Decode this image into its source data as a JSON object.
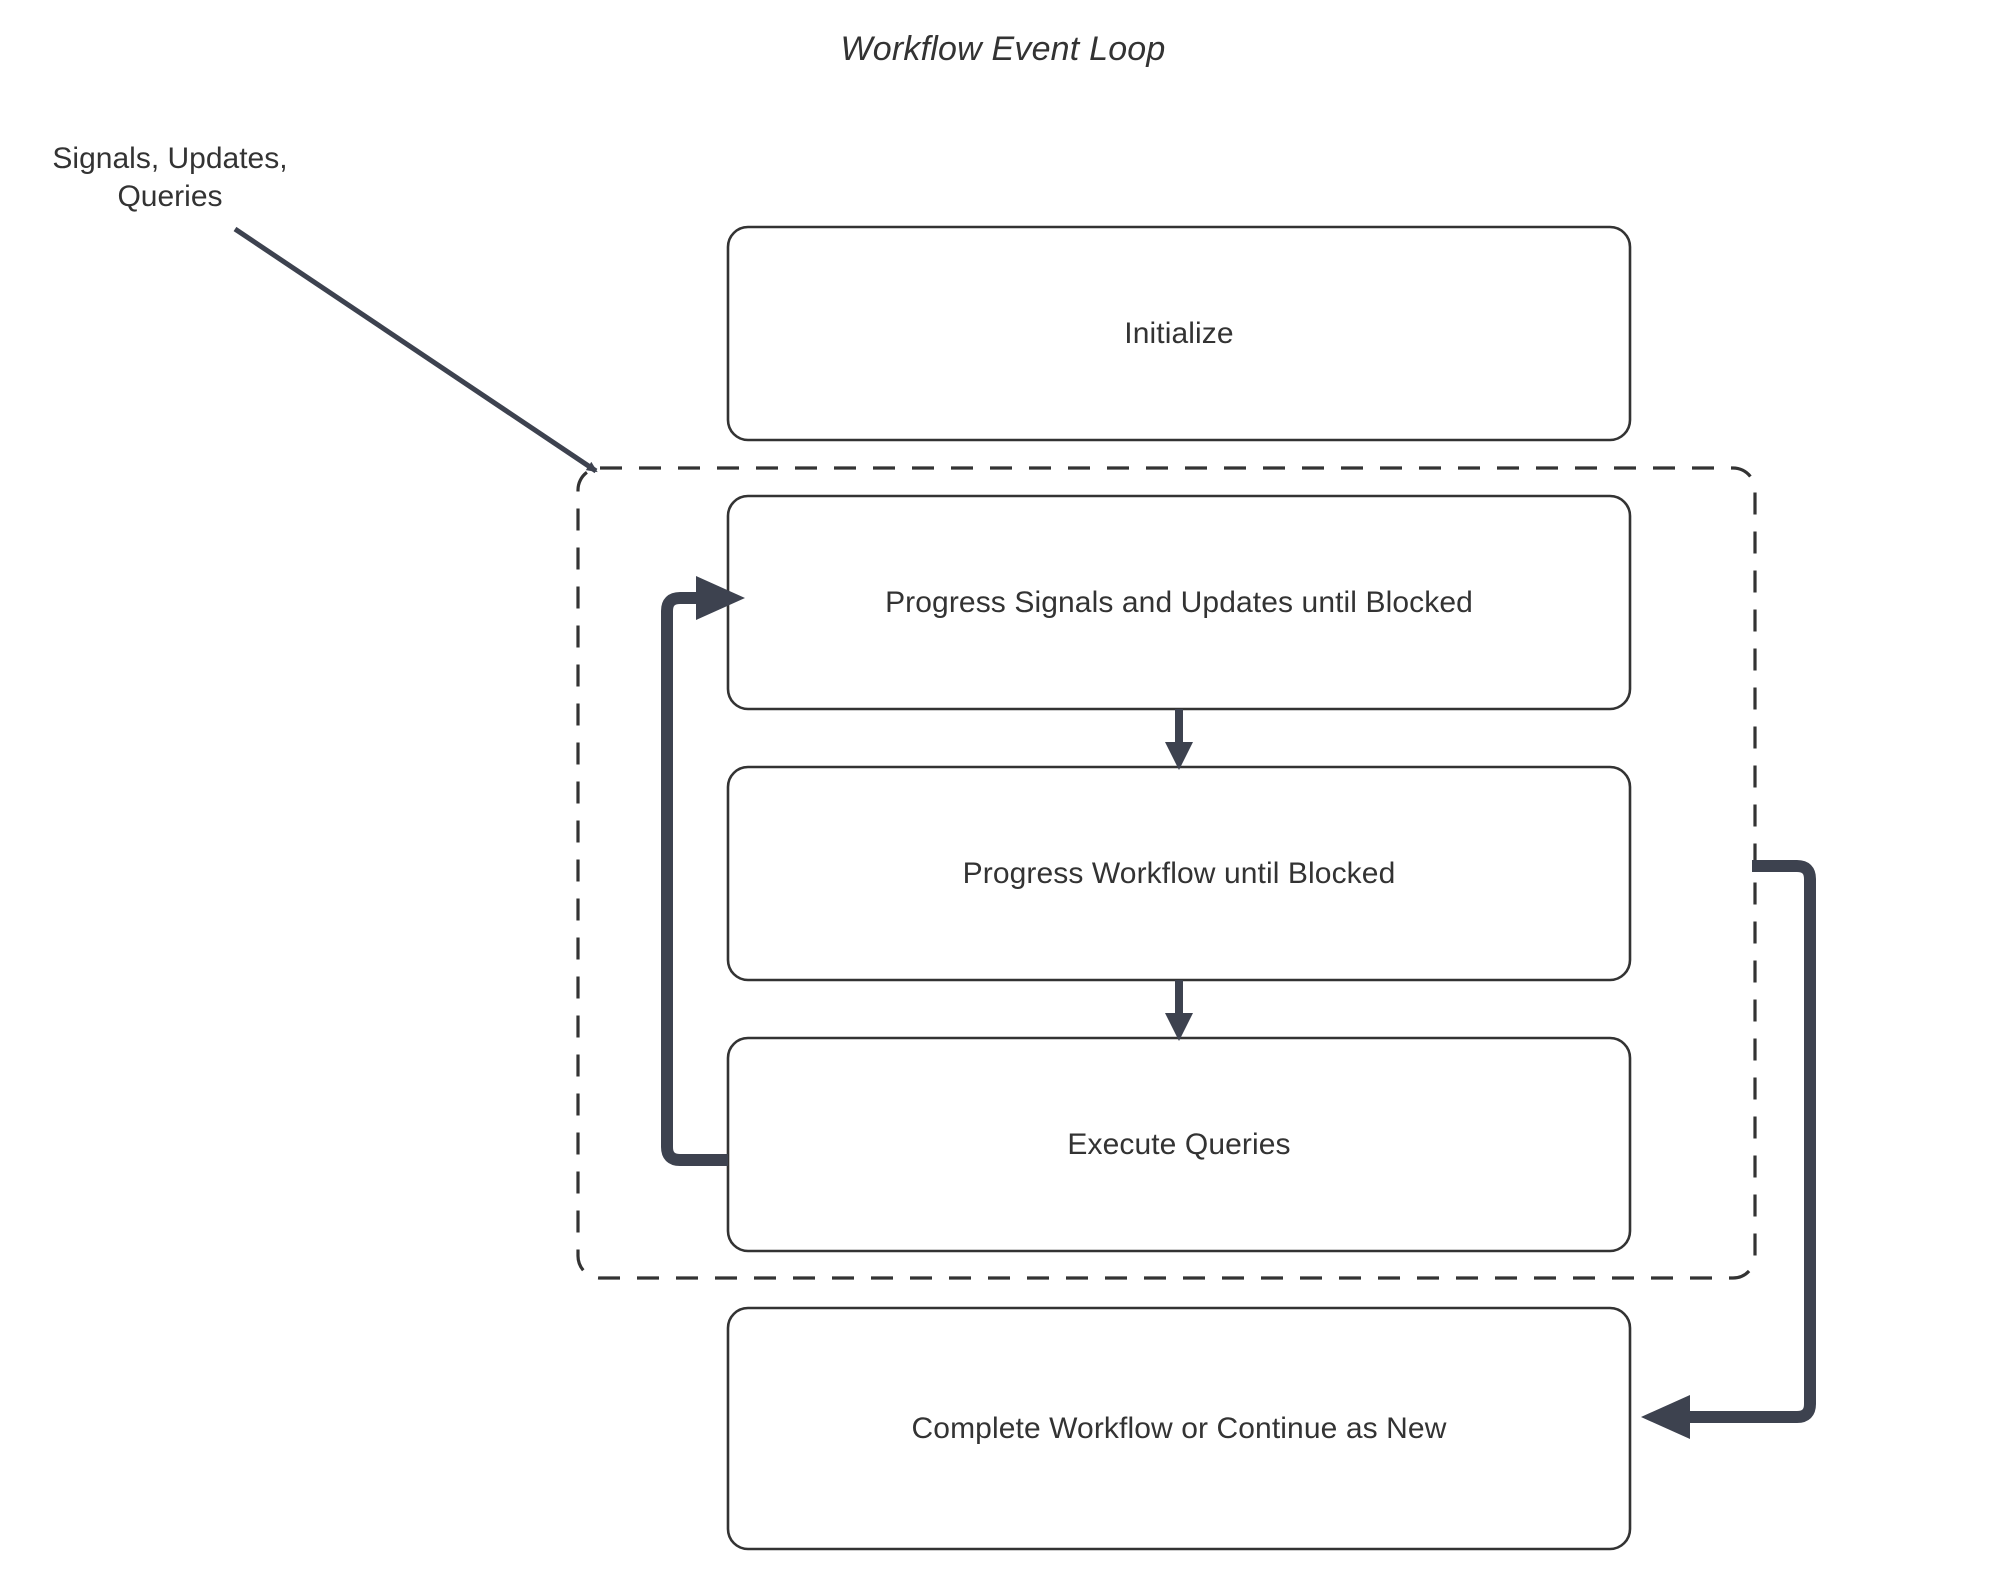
{
  "diagram": {
    "title": "Workflow Event Loop",
    "type": "flowchart",
    "background_color": "#ffffff",
    "node_border_color": "#333333",
    "node_fill_color": "#ffffff",
    "arrow_color": "#3d424f",
    "text_color": "#333333",
    "nodes": [
      {
        "id": "initialize",
        "label": "Initialize",
        "shape": "rounded-rectangle"
      },
      {
        "id": "progress-signals",
        "label": "Progress Signals and Updates until Blocked",
        "shape": "rounded-rectangle"
      },
      {
        "id": "progress-workflow",
        "label": "Progress Workflow until Blocked",
        "shape": "rounded-rectangle"
      },
      {
        "id": "execute-queries",
        "label": "Execute Queries",
        "shape": "rounded-rectangle"
      },
      {
        "id": "complete-workflow",
        "label": "Complete Workflow or Continue as New",
        "shape": "rounded-rectangle"
      }
    ],
    "groups": [
      {
        "id": "event-loop-group",
        "label": "",
        "style": "dashed"
      }
    ],
    "edges": [
      {
        "id": "signals-in",
        "from": "Signals, Updates, Queries",
        "to": "event-loop-group",
        "label": "Signals, Updates,\nQueries",
        "style": "thin-diagonal-arrow"
      },
      {
        "id": "signals-to-workflow",
        "from": "progress-signals",
        "to": "progress-workflow",
        "label": "",
        "style": "vertical-arrow"
      },
      {
        "id": "workflow-to-queries",
        "from": "progress-workflow",
        "to": "execute-queries",
        "label": "",
        "style": "vertical-arrow"
      },
      {
        "id": "queries-loopback",
        "from": "execute-queries",
        "to": "progress-signals",
        "label": "",
        "style": "thick-loop-arrow-left"
      },
      {
        "id": "loop-to-complete",
        "from": "event-loop-group",
        "to": "complete-workflow",
        "label": "",
        "style": "thick-loop-arrow-right"
      }
    ],
    "edge_labels": {
      "signals_updates_queries": "Signals, Updates,\nQueries"
    }
  }
}
